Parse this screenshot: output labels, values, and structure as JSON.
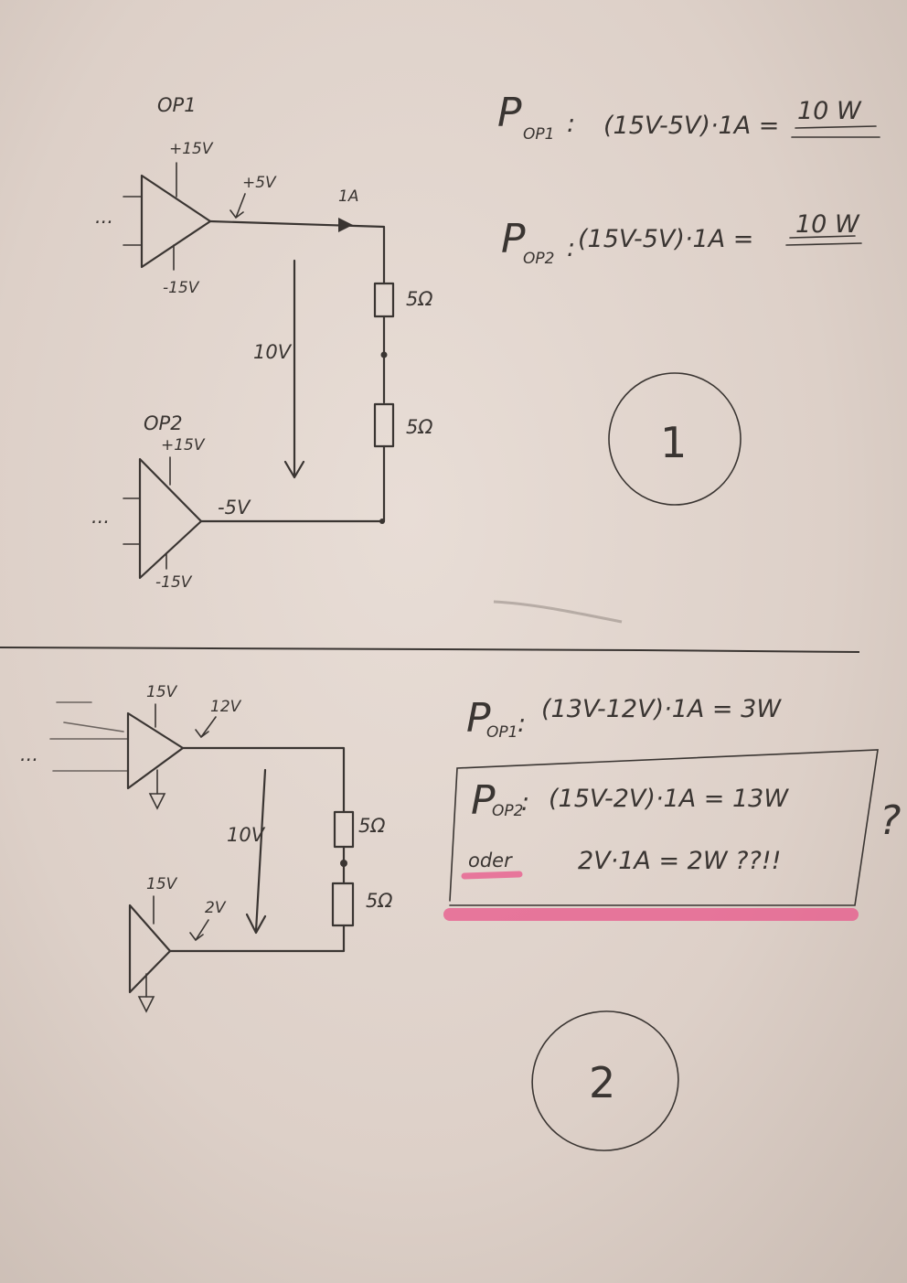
{
  "colors": {
    "ink": "#3a3532",
    "highlighter": "#e8558a",
    "paper": "#e3d7cf"
  },
  "circuit1": {
    "op1_label": "OP1",
    "op1_plus_supply": "+15V",
    "op1_minus_supply": "-15V",
    "op1_output": "+5V",
    "current": "1A",
    "r_top": "5Ω",
    "r_bottom": "5Ω",
    "voltage_drop": "10V",
    "op2_label": "OP2",
    "op2_plus_supply": "+15V",
    "op2_minus_supply": "-15V",
    "op2_output": "-5V",
    "input_dots": "..."
  },
  "equations1": {
    "p_symbol": "P",
    "op1_sub": "OP1",
    "op1_expr": "(15V-5V)·1A =",
    "op1_result": "10 W",
    "op2_sub": "OP2",
    "op2_expr": "(15V-5V)·1A =",
    "op2_result": "10 W"
  },
  "circle1": "1",
  "circuit2": {
    "op1_supply": "15V",
    "op1_output": "12V",
    "voltage_drop": "10V",
    "r_top": "5Ω",
    "r_bottom": "5Ω",
    "op2_supply": "15V",
    "op2_output": "2V",
    "input_dots": "..."
  },
  "equations2": {
    "op1_sub": "OP1",
    "op1_expr": "(13V-12V)·1A = 3W",
    "op2_sub": "OP2",
    "op2_expr": "(15V-2V)·1A = 13W",
    "or_word": "oder",
    "alt_expr": "2V·1A = 2W ??!!",
    "side_mark": "?"
  },
  "circle2": "2"
}
